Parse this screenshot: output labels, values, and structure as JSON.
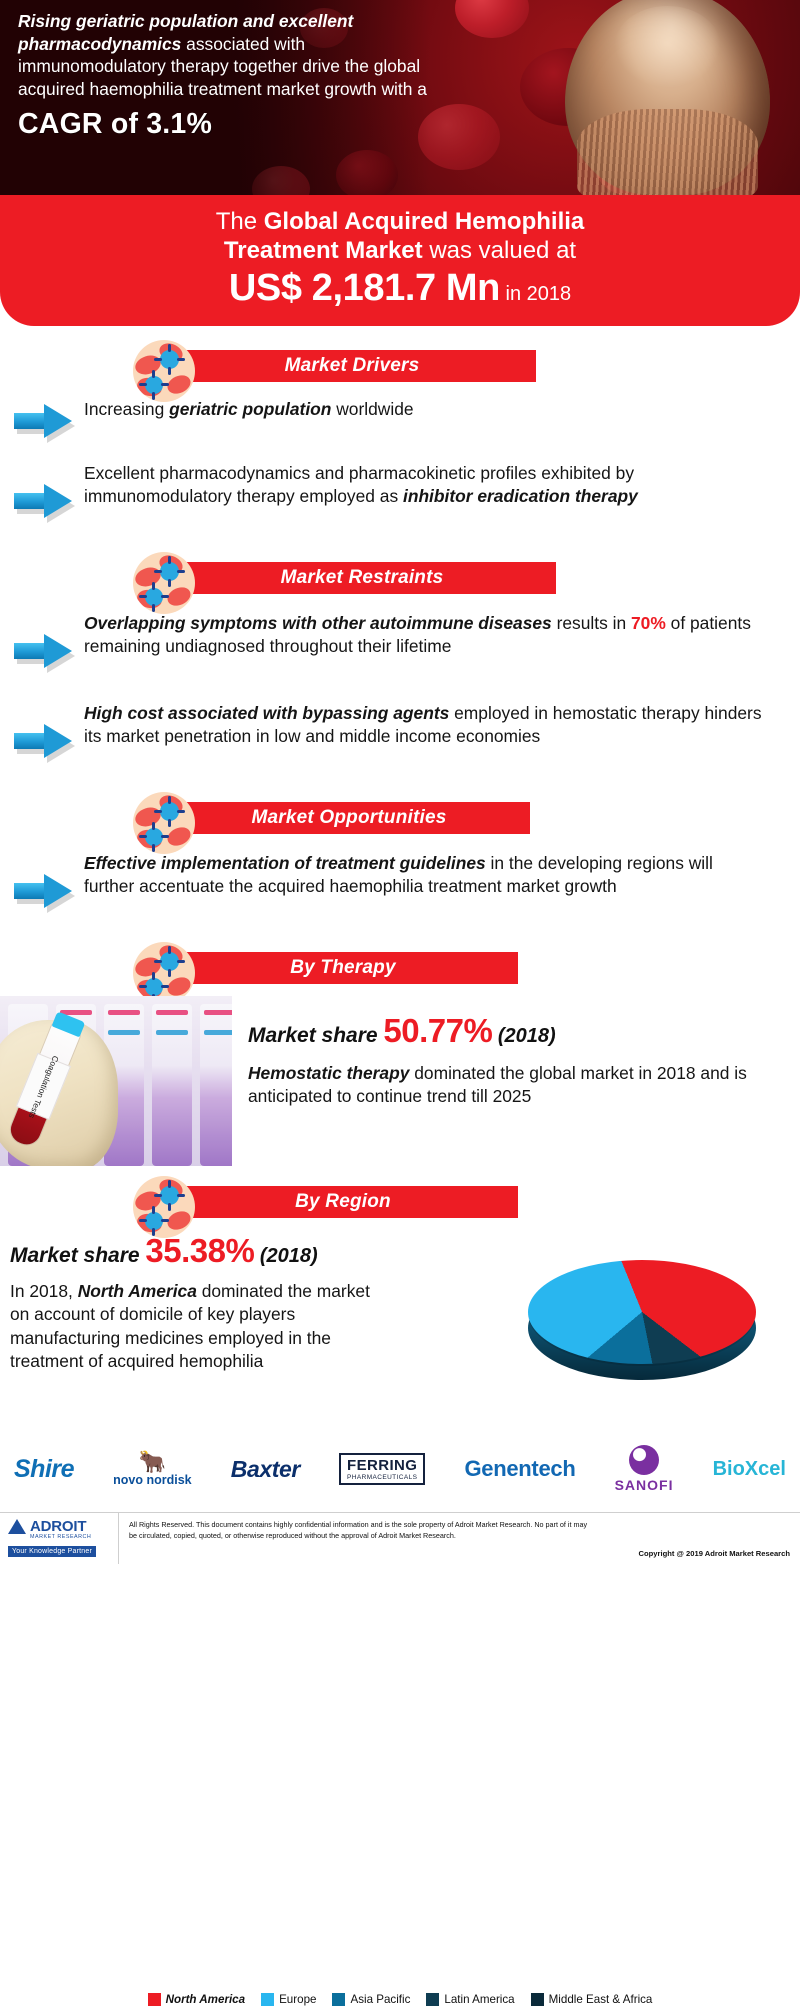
{
  "hero": {
    "lead_bold": "Rising geriatric population and excellent pharmacodynamics",
    "lead_rest": " associated with immunomodulatory therapy together drive the global acquired haemophilia treatment market growth with a",
    "cagr": "CAGR of 3.1%"
  },
  "value_banner": {
    "line1_pre": "The ",
    "line1_bold": "Global Acquired Hemophilia",
    "line2_bold": "Treatment Market",
    "line2_rest": " was valued at",
    "amount": "US$ 2,181.7 Mn",
    "year": " in 2018"
  },
  "sections": {
    "drivers": "Market Drivers",
    "restraints": "Market Restraints",
    "opportunities": "Market Opportunities",
    "by_therapy": "By Therapy",
    "by_region": "By Region"
  },
  "drivers": [
    {
      "pre": "Increasing ",
      "bold": "geriatric population",
      "post": " worldwide"
    },
    {
      "pre": "Excellent pharmacodynamics and pharmacokinetic profiles exhibited by immunomodulatory therapy employed as ",
      "bold": "inhibitor eradication therapy",
      "post": ""
    }
  ],
  "restraints": [
    {
      "bold": "Overlapping symptoms with other autoimmune diseases",
      "mid": " results in ",
      "highlight": "70%",
      "post": " of patients remaining undiagnosed throughout their lifetime"
    },
    {
      "bold": "High cost associated with bypassing agents",
      "mid": " employed in hemostatic therapy hinders its market penetration in low and middle income economies",
      "highlight": "",
      "post": ""
    }
  ],
  "opportunities": [
    {
      "bold": "Effective implementation of treatment guidelines",
      "post": " in the developing regions will further accentuate the acquired haemophilia treatment market growth"
    }
  ],
  "therapy": {
    "share_label": "Market share ",
    "share_value": "50.77%",
    "share_year": " (2018)",
    "desc_bold": "Hemostatic therapy",
    "desc_rest": " dominated the global market in 2018 and is anticipated to continue trend till 2025",
    "tube_label": "Coagulation Tests"
  },
  "region": {
    "share_label": "Market share ",
    "share_value": "35.38%",
    "share_year": " (2018)",
    "desc_pre": "In 2018, ",
    "desc_bold": "North America",
    "desc_rest": " dominated the market on account of domicile of key players manufacturing medicines employed in the treatment of acquired hemophilia"
  },
  "chart_data": {
    "type": "pie",
    "title": "Acquired Hemophilia Treatment Market Share by Region (2018)",
    "categories": [
      "North America",
      "Europe",
      "Asia Pacific",
      "Latin America",
      "Middle East & Africa"
    ],
    "values": [
      35.38,
      30.0,
      17.0,
      11.45,
      6.17
    ],
    "unit": "%",
    "colors": [
      "#ed1c24",
      "#29b6ef",
      "#0b6f9c",
      "#0f3d52",
      "#0a2a3a"
    ],
    "legend_position": "bottom",
    "grid": false,
    "highlighted": "North America"
  },
  "legend": [
    {
      "label": "North America",
      "color": "#ed1c24",
      "emphasis": true
    },
    {
      "label": "Europe",
      "color": "#29b6ef",
      "emphasis": false
    },
    {
      "label": "Asia Pacific",
      "color": "#0b6f9c",
      "emphasis": false
    },
    {
      "label": "Latin America",
      "color": "#0f3d52",
      "emphasis": false
    },
    {
      "label": "Middle East & Africa",
      "color": "#0a2a3a",
      "emphasis": false
    }
  ],
  "logos": {
    "shire": "Shire",
    "novo_nordisk": "novo nordisk",
    "baxter": "Baxter",
    "ferring_top": "FERRING",
    "ferring_bottom": "PHARMACEUTICALS",
    "genentech": "Genentech",
    "sanofi": "SANOFI",
    "bioxcel_a": "Bio",
    "bioxcel_x": "X",
    "bioxcel_b": "cel"
  },
  "footer": {
    "brand_name": "ADROIT",
    "brand_sub": "MARKET RESEARCH",
    "brand_tagline": "Your Knowledge Partner",
    "disclaimer_line1": "All Rights Reserved. This document contains highly confidential information and is the sole property of Adroit Market Research. No part of it may",
    "disclaimer_line2": "be circulated, copied, quoted, or otherwise reproduced without the approval of Adroit Market Research.",
    "copyright": "Copyright @ 2019 Adroit Market Research"
  },
  "colors": {
    "brand_red": "#ed1c24",
    "brand_blue": "#1d4f9e",
    "arrow_blue": "#1f9ad6",
    "hero_dark": "#4a0409"
  }
}
